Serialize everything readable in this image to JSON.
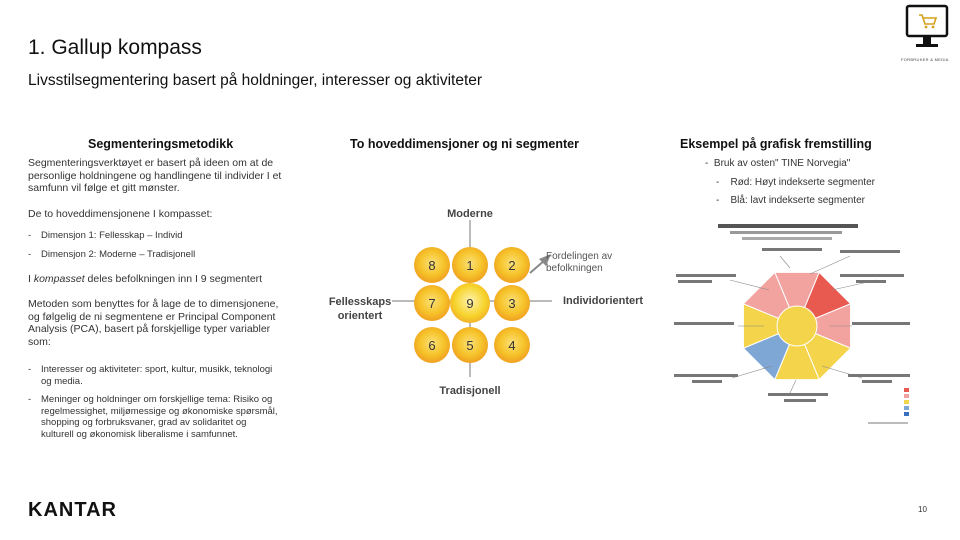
{
  "header": {
    "title": "1. Gallup kompass",
    "subtitle": "Livsstilsegmentering basert på holdninger, interesser og aktiviteter",
    "brand_small": "FORBRUKER & MEDIA",
    "monitor_icon": "shopping-cart-monitor-icon"
  },
  "left": {
    "heading": "Segmenteringsmetodikk",
    "p1": "Segmenteringsverktøyet er basert på ideen om at de personlige holdningene og handlingene til individer I et samfunn vil følge et gitt mønster.",
    "p2": "De to hoveddimensjonene I kompasset:",
    "dims": [
      {
        "dash": "-",
        "text": "Dimensjon 1:  Fellesskap – Individ"
      },
      {
        "dash": "-",
        "text": "Dimensjon 2:  Moderne – Tradisjonell"
      }
    ],
    "p3_pre": "I ",
    "p3_em": "kompasset",
    "p3_post": " deles befolkningen inn I 9 segmentert",
    "p4": "Metoden som benyttes for å lage de to dimensjonene, og følgelig de ni segmentene er Principal Component Analysis (PCA), basert på forskjellige typer variabler som:",
    "vars": [
      {
        "dash": "-",
        "text": "Interesser og aktiviteter: sport, kultur, musikk, teknologi og media."
      },
      {
        "dash": "-",
        "text": "Meninger og holdninger om forskjellige tema: Risiko og regelmessighet, miljømessige og økonomiske spørsmål, shopping og forbruksvaner, grad av solidaritet og kulturell og økonomisk liberalisme i samfunnet."
      }
    ]
  },
  "middle": {
    "heading": "To hoveddimensjoner og ni segmenter",
    "top": "Moderne",
    "bottom": "Tradisjonell",
    "left": "Fellesskaps-orientert",
    "left_line1": "Fellesskaps",
    "left_line2": "orientert",
    "right": "Individorientert",
    "dist_line1": "Fordelingen av",
    "dist_line2": "befolkningen",
    "segments": [
      {
        "label": "8"
      },
      {
        "label": "1"
      },
      {
        "label": "2"
      },
      {
        "label": "7"
      },
      {
        "label": "9"
      },
      {
        "label": "3"
      },
      {
        "label": "6"
      },
      {
        "label": "5"
      },
      {
        "label": "4"
      }
    ]
  },
  "right": {
    "heading": "Eksempel på grafisk fremstilling",
    "lines": [
      {
        "dash": "-",
        "text": "Bruk av osten\" TINE Norvegia\""
      },
      {
        "dash": "-",
        "text": "Rød: Høyt indekserte segmenter"
      },
      {
        "dash": "-",
        "text": "Blå: lavt indekserte segmenter"
      }
    ]
  },
  "footer": {
    "logo": "KANTAR",
    "page": "10"
  },
  "colors": {
    "segment_orange": "#f0a020",
    "segment_yellow": "#f6d32a",
    "axis": "#777777",
    "chart_red": "#e85a4f",
    "chart_pink": "#f2a3a0",
    "chart_yellow": "#f4d44a",
    "chart_blue": "#7fa7d6"
  }
}
